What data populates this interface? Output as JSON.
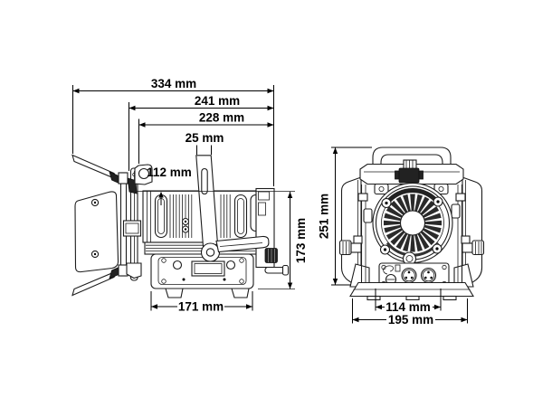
{
  "diagram": {
    "type": "technical-dimension-drawing",
    "unit": "mm",
    "side_view": {
      "overall_length": "334 mm",
      "length_to_front_frame": "241 mm",
      "length_to_lens_frame": "228 mm",
      "yoke_strap_width": "25 mm",
      "lens_diameter": "112 mm",
      "base_length": "171 mm",
      "housing_height": "173 mm"
    },
    "rear_view": {
      "overall_height": "251 mm",
      "base_inner_width": "114 mm",
      "base_overall_width": "195 mm"
    },
    "colors": {
      "line": "#1c1c1c",
      "background": "#ffffff",
      "label": "#000000"
    }
  }
}
